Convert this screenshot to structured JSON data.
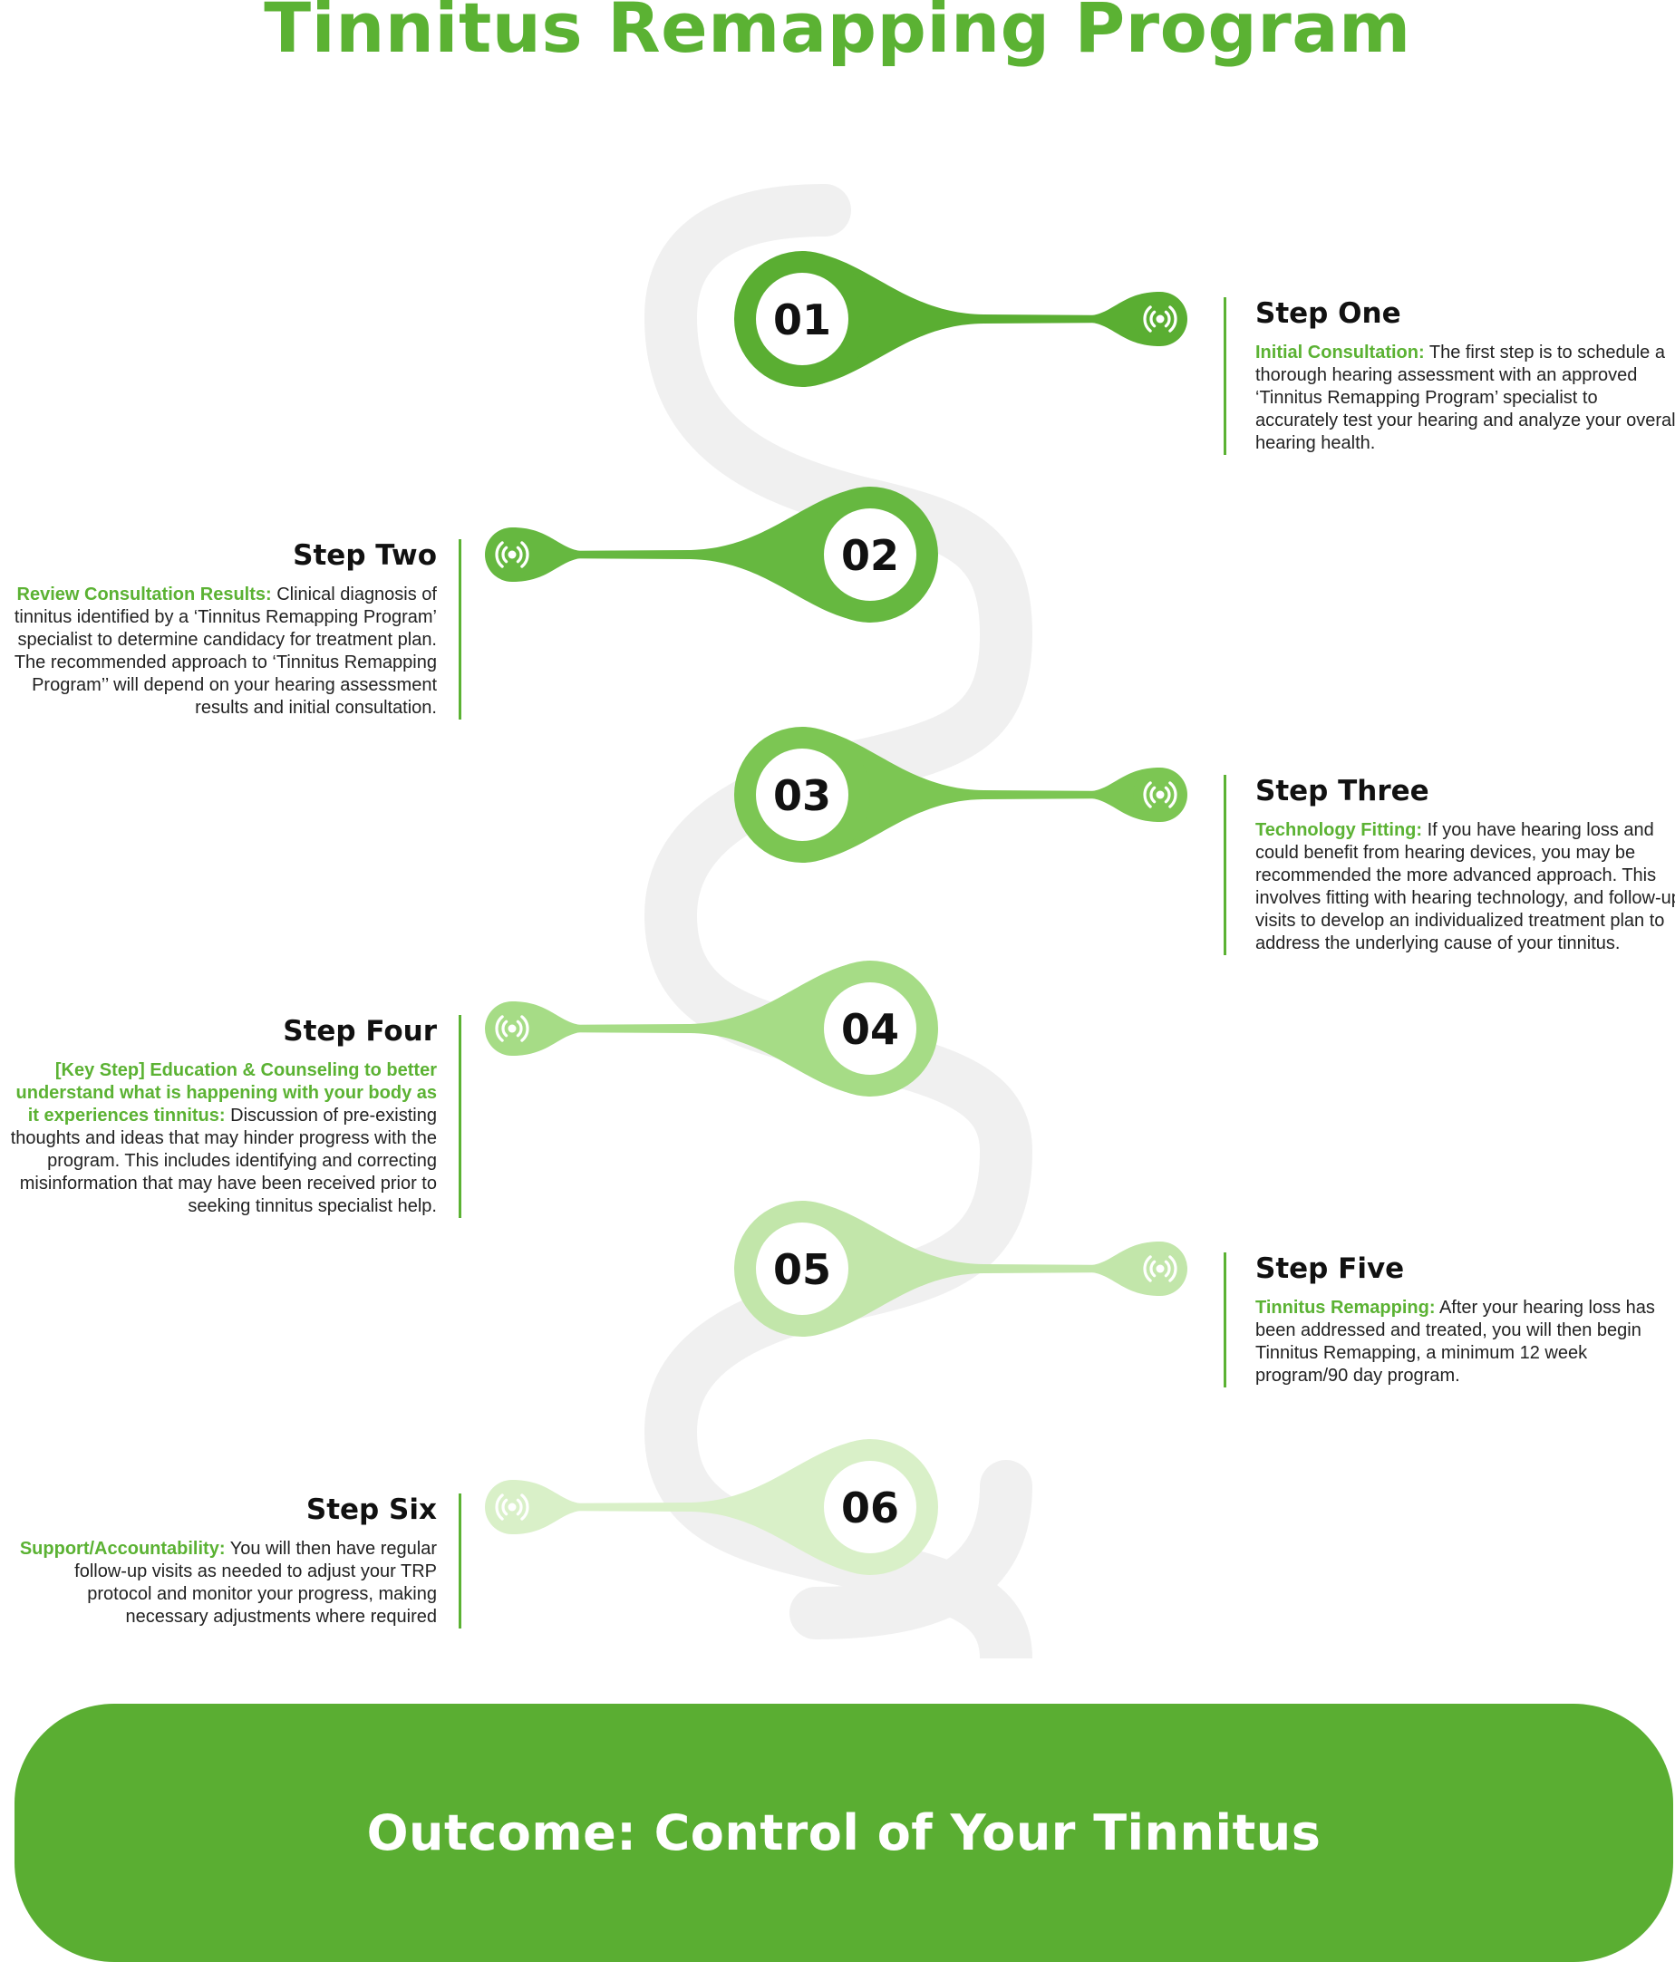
{
  "title": "Tinnitus Remapping Program",
  "steps": [
    {
      "number": "01",
      "heading": "Step One",
      "lead": "Initial Consultation:",
      "text": " The first step is to schedule a thorough hearing assessment with an approved ‘Tinnitus Remapping Program’ specialist to accurately test your hearing and analyze your overall hearing health.",
      "color": "#5aae32"
    },
    {
      "number": "02",
      "heading": "Step Two",
      "lead": "Review Consultation Results:",
      "text": "  Clinical diagnosis of tinnitus identified by a ‘Tinnitus Remapping Program’ specialist to determine candidacy for treatment plan. The recommended approach to ‘Tinnitus Remapping Program’’ will depend on your hearing assessment results and initial consultation.",
      "color": "#66b840"
    },
    {
      "number": "03",
      "heading": "Step Three",
      "lead": "Technology Fitting:",
      "text": "  If you have hearing loss and could benefit from hearing devices, you may be recommended the more advanced approach. This involves fitting with hearing technology, and follow-up visits to develop an individualized treatment plan to address the underlying cause of your tinnitus.",
      "color": "#7cc653"
    },
    {
      "number": "04",
      "heading": "Step Four",
      "lead": "[Key Step] Education & Counseling to better understand what is happening with your body as it experiences tinnitus:",
      "text": " Discussion of pre-existing thoughts and ideas that may hinder progress with the program. This includes identifying and correcting misinformation that may have been received prior to seeking tinnitus specialist help.",
      "color": "#a6dc86"
    },
    {
      "number": "05",
      "heading": "Step Five",
      "lead": "Tinnitus Remapping:",
      "text": " After your hearing loss has been addressed and treated, you will then begin Tinnitus Remapping, a minimum 12 week program/90 day program.",
      "color": "#c2e6aa"
    },
    {
      "number": "06",
      "heading": "Step Six",
      "lead": "Support/Accountability:",
      "text": "  You will then have regular follow-up visits as needed to adjust your TRP protocol and monitor your progress, making necessary adjustments where required",
      "color": "#d9f0c8"
    }
  ],
  "outcome": "Outcome: Control of Your Tinnitus",
  "colors": {
    "accent": "#5bb233",
    "road": "#f0f0f0",
    "outcome_bg": "#5aae32"
  }
}
